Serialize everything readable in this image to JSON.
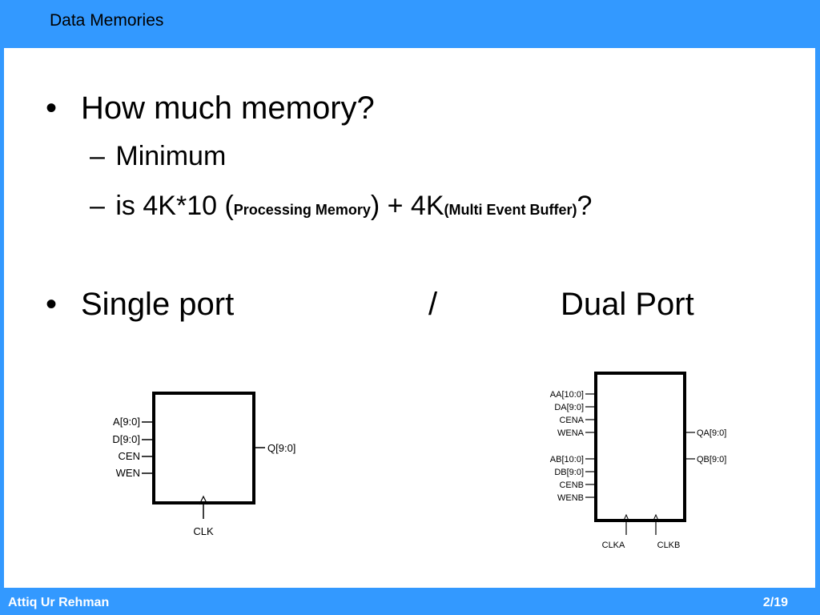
{
  "header": {
    "title": "Data Memories"
  },
  "content": {
    "bullet1": {
      "text": "How much memory?"
    },
    "sub1": "Minimum",
    "sub2": {
      "prefix": "is 4K*10 (",
      "processing": "Processing Memory",
      "middle": ") + 4K",
      "multi": "(Multi Event Buffer)",
      "suffix": "?"
    },
    "bullet2": {
      "left": "Single port",
      "sep": "/",
      "right": "Dual Port"
    }
  },
  "single_port": {
    "inputs": [
      "A[9:0]",
      "D[9:0]",
      "CEN",
      "WEN"
    ],
    "output": "Q[9:0]",
    "clock": "CLK"
  },
  "dual_port": {
    "inputs_a": [
      "AA[10:0]",
      "DA[9:0]",
      "CENA",
      "WENA"
    ],
    "inputs_b": [
      "AB[10:0]",
      "DB[9:0]",
      "CENB",
      "WENB"
    ],
    "output_a": "QA[9:0]",
    "output_b": "QB[9:0]",
    "clock_a": "CLKA",
    "clock_b": "CLKB"
  },
  "footer": {
    "author": "Attiq Ur Rehman",
    "page": "2/19"
  }
}
